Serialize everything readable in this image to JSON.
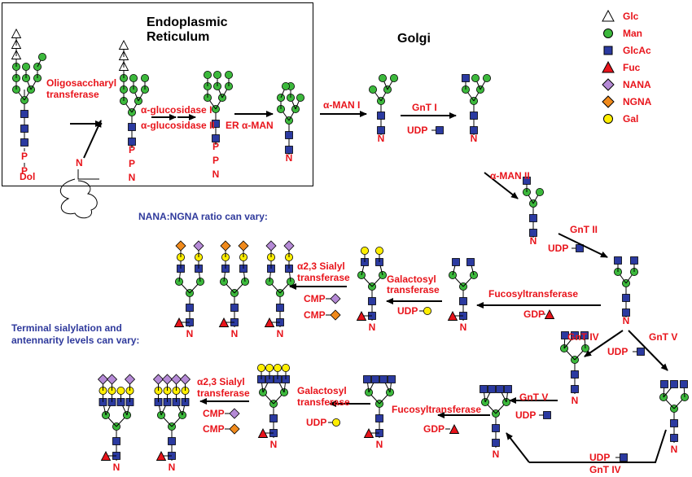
{
  "titles": {
    "er_line1": "Endoplasmic",
    "er_line2": "Reticulum",
    "golgi": "Golgi"
  },
  "legend": [
    {
      "label": "Glc",
      "shape": "triangle",
      "color": "#ffffff"
    },
    {
      "label": "Man",
      "shape": "circle",
      "color": "#3cb83c"
    },
    {
      "label": "GlcAc",
      "shape": "square",
      "color": "#2b3aa0"
    },
    {
      "label": "Fuc",
      "shape": "triangle",
      "color": "#e8141b"
    },
    {
      "label": "NANA",
      "shape": "diamond",
      "color": "#b58ad6"
    },
    {
      "label": "NGNA",
      "shape": "diamond",
      "color": "#f08a1c"
    },
    {
      "label": "Gal",
      "shape": "circle",
      "color": "#ffee00"
    }
  ],
  "enzymes": {
    "ost1": "Oligosaccharyl",
    "ost2": "transferase",
    "gluc1": "α-glucosidase I",
    "gluc2": "α-glucosidase II",
    "er_man": "ER α-MAN",
    "aman1": "α-MAN I",
    "gnt1": "GnT I",
    "aman2": "α-MAN II",
    "gnt2": "GnT II",
    "fuco_upper": "Fucosyltransferase",
    "galact_upper_1": "Galactosyl",
    "galact_upper_2": "transferase",
    "sialyl_upper_1": "α2,3 Sialyl",
    "sialyl_upper_2": "transferase",
    "gnt4": "GnT IV",
    "gnt5_a": "GnT V",
    "gnt5_b": "GnT V",
    "gnt4_bottom": "GnT IV",
    "fuco_lower": "Fucosyltransferase",
    "galact_lower_1": "Galactosyl",
    "galact_lower_2": "transferase",
    "sialyl_lower_1": "α2,3 Sialyl",
    "sialyl_lower_2": "transferase"
  },
  "donors": {
    "udp_gnt1": "UDP",
    "udp_gnt2": "UDP",
    "gdp_upper": "GDP",
    "udp_gal_upper": "UDP",
    "cmp_upper_a": "CMP",
    "cmp_upper_b": "CMP",
    "udp_gnt4": "UDP",
    "udp_gnt5_a": "UDP",
    "udp_gnt5_b": "UDP",
    "udp_gnt4_bottom": "UDP",
    "gdp_lower": "GDP",
    "udp_gal_lower": "UDP",
    "cmp_lower_a": "CMP",
    "cmp_lower_b": "CMP"
  },
  "residue_labels": {
    "p": "P",
    "n": "N",
    "dol": "Dol"
  },
  "notes": {
    "ratio": "NANA:NGNA ratio can vary:",
    "terminal1": "Terminal sialylation and",
    "terminal2": "antennarity levels can vary:"
  }
}
